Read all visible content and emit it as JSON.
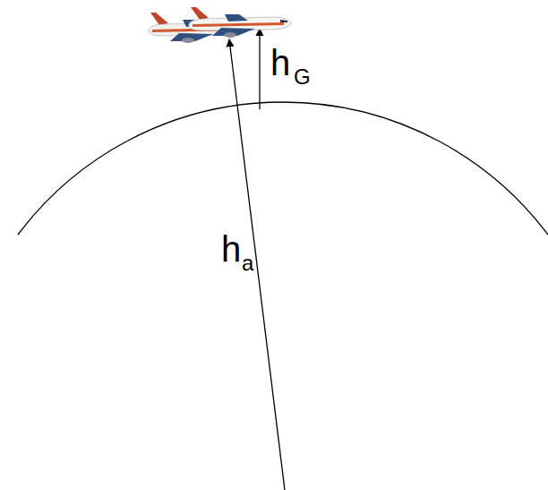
{
  "diagram": {
    "labels": [
      "h",
      "G",
      "h",
      "a"
    ]
  }
}
